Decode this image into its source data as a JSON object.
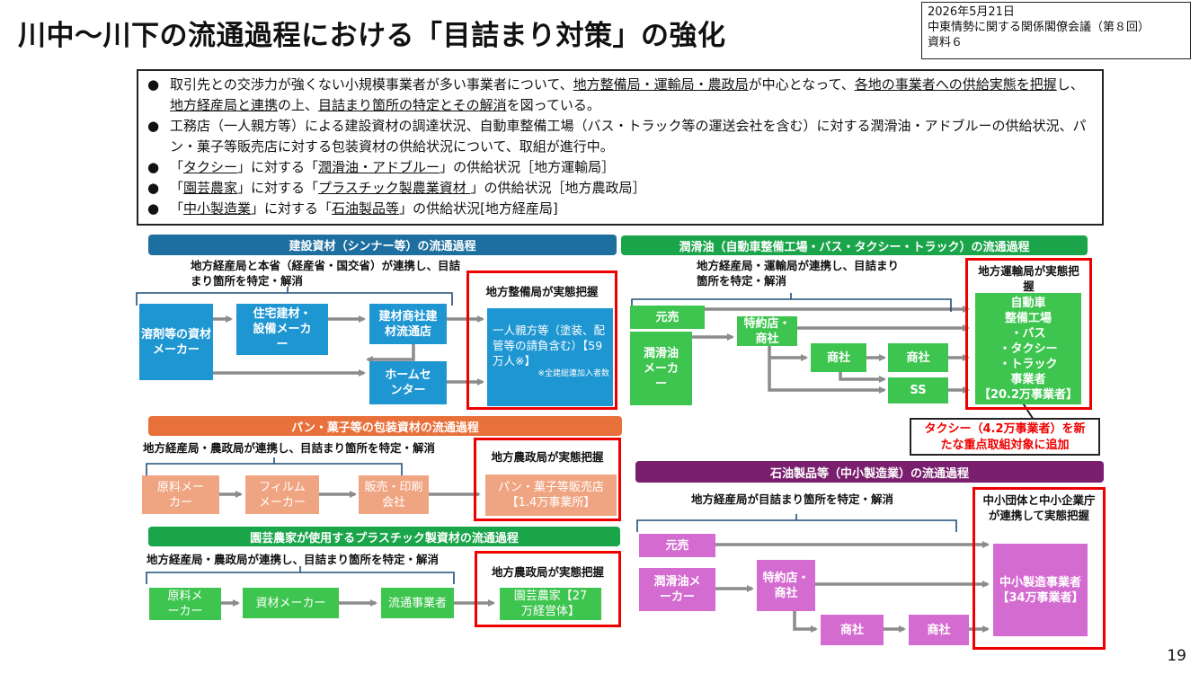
{
  "title": "川中～川下の流通過程における「目詰まり対策」の強化",
  "meta": {
    "date": "2026年5月21日",
    "meeting": "中東情勢に関する関係閣僚会議（第８回）",
    "doc": "資料６"
  },
  "bullets": {
    "b1": {
      "t1": "取引先との交渉力が強くない小規模事業者が多い事業者について、",
      "u1": "地方整備局・運輸局・農政局",
      "t2": "が中心となって、",
      "u2": "各地の事業者への供給実態を把握",
      "t3": "し、",
      "u3": "地方経産局と連携",
      "t4": "の上、",
      "u4": "目詰まり箇所の特定とその解消",
      "t5": "を図っている。"
    },
    "b2": "工務店（一人親方等）による建設資材の調達状況、自動車整備工場（バス・トラック等の運送会社を含む）に対する潤滑油・アドブルーの供給状況、パン・菓子等販売店に対する包装資材の供給状況について、取組が進行中。",
    "b3": {
      "t1": "「",
      "u1": "タクシー",
      "t2": "」に対する「",
      "u2": "潤滑油・アドブルー",
      "t3": "」の供給状況［地方運輸局］"
    },
    "b4": {
      "t1": "「",
      "u1": "園芸農家",
      "t2": "」に対する「",
      "u2": "プラスチック製農業資材 ",
      "t3": "」の供給状況［地方農政局］"
    },
    "b5": {
      "t1": "「",
      "u1": "中小製造業",
      "t2": "」に対する「",
      "u2": "石油製品等",
      "t3": "」の供給状況[地方経産局]"
    }
  },
  "construction": {
    "header": "建設資材（シンナー等）の流通過程",
    "note": "地方経産局と本省（経産省・国交省）が連携し、目詰まり箇所を特定・解消",
    "n_solvent": "溶剤等の資材メーカー",
    "n_housing": "住宅建材・設備メーカー",
    "n_dist": "建材商社建材流通店",
    "n_home": "ホームセンター",
    "red_title": "地方整備局が実態把握",
    "target": "一人親方等（塗装、配管等の請負含む）【59万人※】",
    "target_note": "※全建総連加入者数"
  },
  "packaging": {
    "header": "パン・菓子等の包装資材の流通過程",
    "note": "地方経産局・農政局が連携し、目詰まり箇所を特定・解消",
    "n_raw": "原料メーカー",
    "n_film": "フィルムメーカー",
    "n_print": "販売・印刷会社",
    "red_title": "地方農政局が実態把握",
    "target": "パン・菓子等販売店【1.4万事業所】"
  },
  "plastic": {
    "header": "園芸農家が使用するプラスチック製資材の流通過程",
    "note": "地方経産局・農政局が連携し、目詰まり箇所を特定・解消",
    "n_raw": "原料メーカー",
    "n_mat": "資材メーカー",
    "n_dist": "流通事業者",
    "red_title": "地方農政局が実態把握",
    "target": "園芸農家【27万経営体】"
  },
  "lubricant": {
    "header": "潤滑油（自動車整備工場・バス・タクシー・トラック）の流通過程",
    "note": "地方経産局・運輸局が連携し、目詰まり箇所を特定・解消",
    "n_moto": "元売",
    "n_maker": "潤滑油メーカー",
    "n_special": "特約店・商社",
    "n_trader1": "商社",
    "n_trader2": "商社",
    "n_ss": "SS",
    "red_title": "地方運輸局が実態把握",
    "target_l1": "自動車",
    "target_l2": "整備工場",
    "target_l3": "・バス",
    "target_l4": "・タクシー",
    "target_l5": "・トラック",
    "target_l6": "事業者",
    "target_l7": "【20.2万事業者】",
    "callout": "タクシー（4.2万事業者）を新たな重点取組対象に追加"
  },
  "oil": {
    "header": "石油製品等（中小製造業）の流通過程",
    "note": "地方経産局が目詰まり箇所を特定・解消",
    "n_moto": "元売",
    "n_maker": "潤滑油メーカー",
    "n_special": "特約店・商社",
    "n_trader1": "商社",
    "n_trader2": "商社",
    "red_title": "中小団体と中小企業庁が連携して実態把握",
    "target": "中小製造事業者【34万事業者】"
  },
  "page_number": "19",
  "colors": {
    "blue_header": "#1d6f9f",
    "green_header": "#1aa54a",
    "orange_header": "#e8703a",
    "purple_header": "#7a1f6e",
    "red": "#ee0000"
  }
}
